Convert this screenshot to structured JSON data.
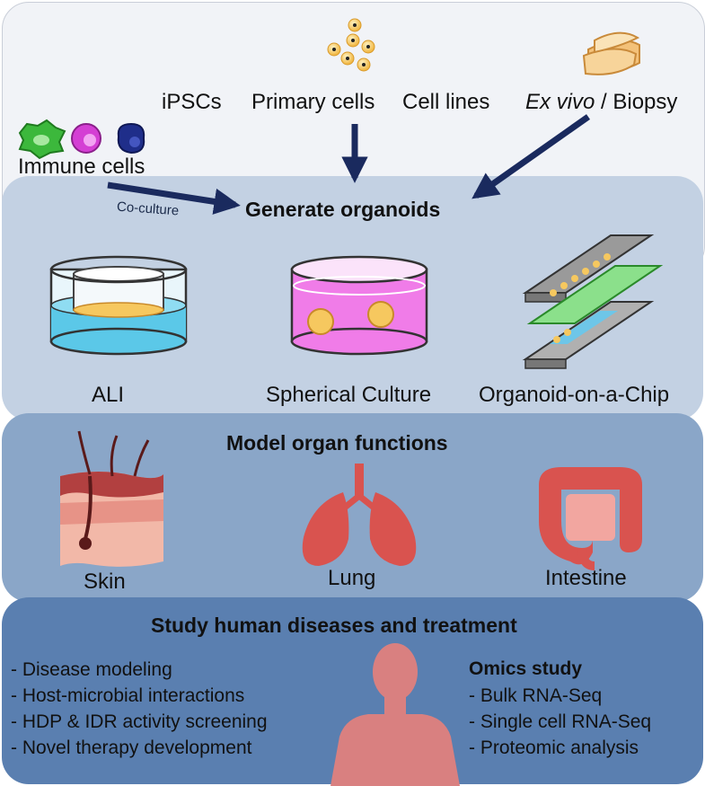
{
  "sources": {
    "ipscs": "iPSCs",
    "primary_cells": "Primary cells",
    "cell_lines": "Cell lines",
    "ex_vivo": "Ex vivo",
    "biopsy": " / Biopsy",
    "immune_cells": "Immune cells",
    "co_culture": "Co-culture"
  },
  "generate": {
    "title": "Generate organoids",
    "methods": [
      "ALI",
      "Spherical Culture",
      "Organoid-on-a-Chip"
    ]
  },
  "organs": {
    "title": "Model organ functions",
    "items": [
      "Skin",
      "Lung",
      "Intestine"
    ]
  },
  "study": {
    "title": "Study human diseases and treatment",
    "applications": [
      "- Disease modeling",
      "- Host-microbial interactions",
      "- HDP & IDR activity screening",
      "- Novel therapy development"
    ],
    "omics_title": "Omics study",
    "omics": [
      "- Bulk RNA-Seq",
      "- Single cell RNA-Seq",
      "- Proteomic analysis"
    ]
  },
  "colors": {
    "arrow": "#1a2a5e",
    "organ": "#d9534f",
    "dish_pink": "#f07ce8",
    "dish_blue": "#5bc8e8",
    "cell": "#f6c85f"
  }
}
